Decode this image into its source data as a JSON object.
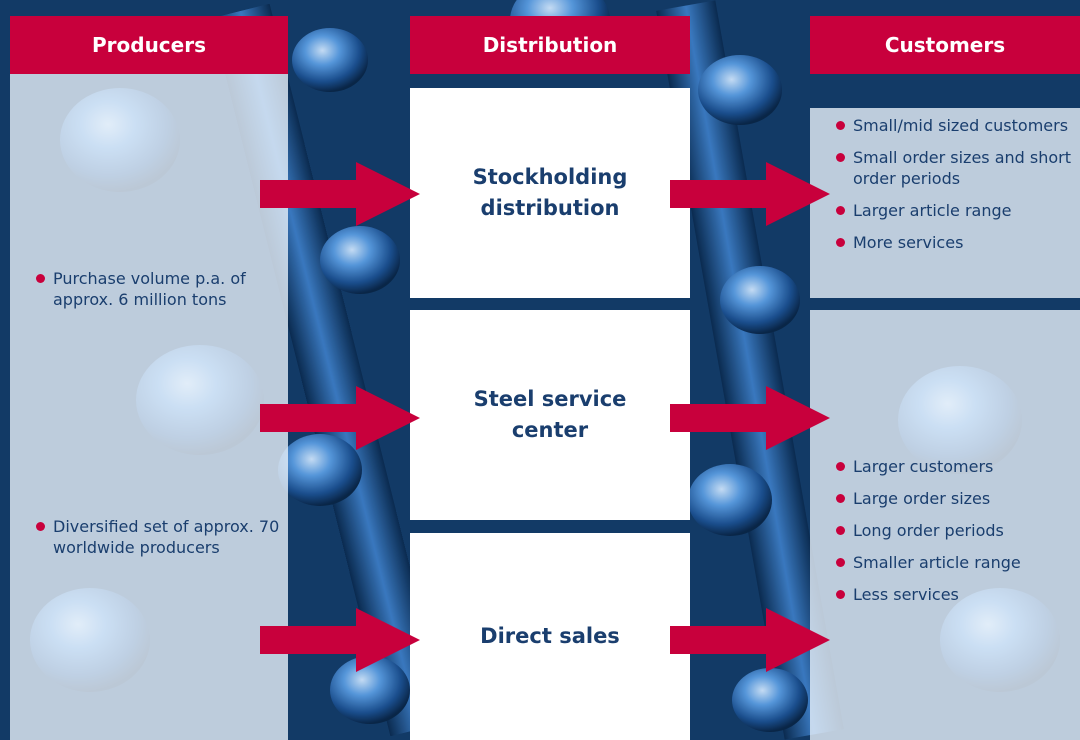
{
  "headers": {
    "producers": "Producers",
    "distribution": "Distribution",
    "customers": "Customers"
  },
  "distribution_boxes": {
    "stockholding": "Stockholding\ndistribution",
    "service_center": "Steel service\ncenter",
    "direct_sales": "Direct sales"
  },
  "producers": {
    "bullets_top": [
      "Purchase volume p.a. of approx. 6 million tons"
    ],
    "bullets_bottom": [
      "Diversified set of approx. 70 worldwide producers"
    ]
  },
  "customers": {
    "bullets_top": [
      "Small/mid sized customers",
      "Small order sizes and short order periods",
      "Larger article range",
      "More services"
    ],
    "bullets_bottom": [
      "Larger customers",
      "Large order sizes",
      "Long order periods",
      "Smaller article range",
      "Less services"
    ]
  },
  "colors": {
    "accent_red": "#c8003c",
    "text_navy": "#1a3e6e",
    "panel_light": "#e8f1fa"
  }
}
